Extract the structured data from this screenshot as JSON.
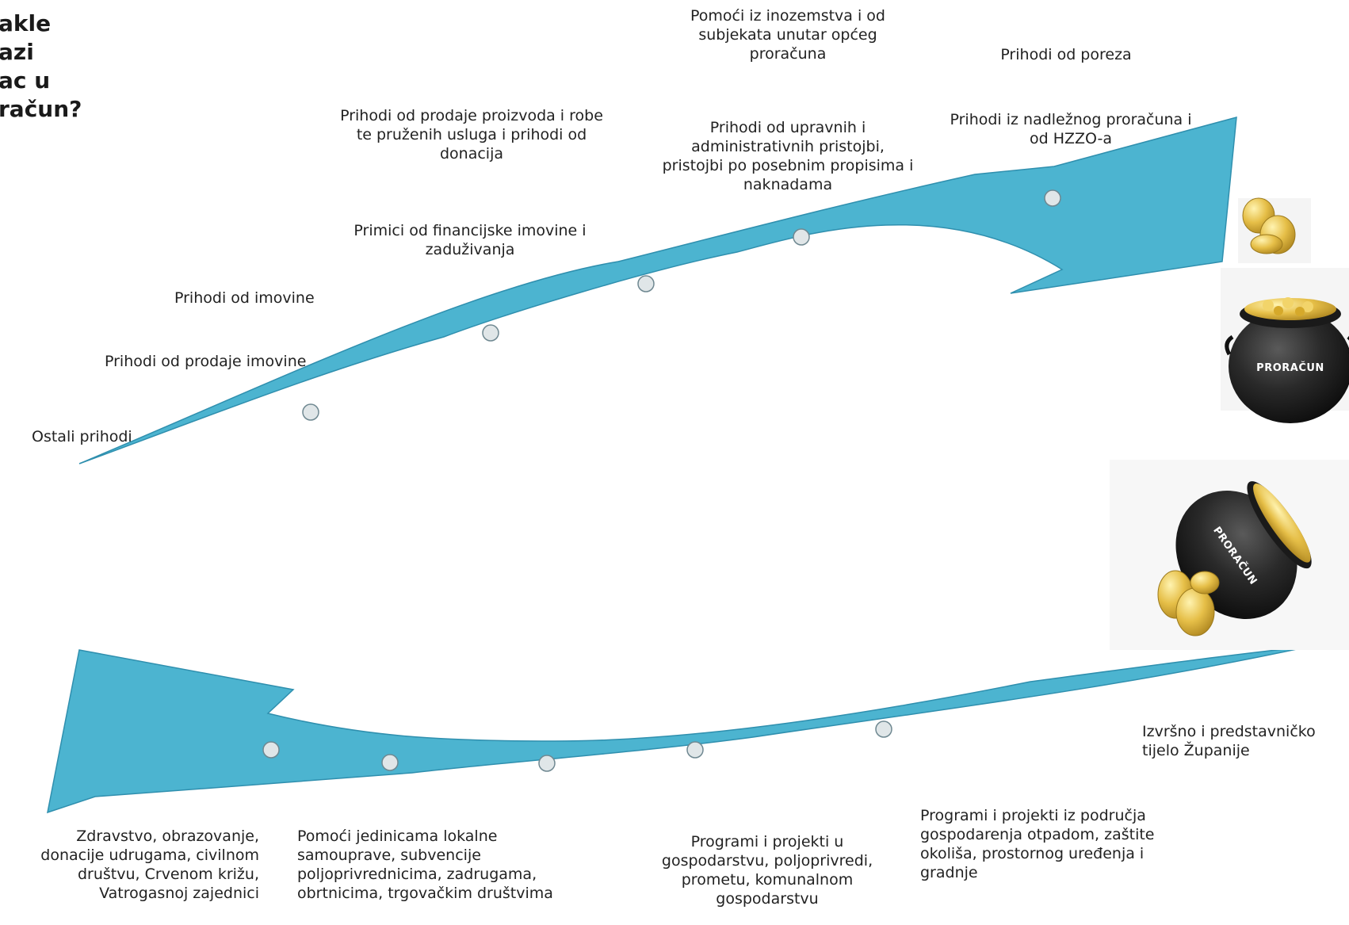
{
  "title": "akle\nazi\nac u\nračun?",
  "income_labels": {
    "pomoci": [
      "Pomoći iz inozemstva i od",
      "subjekata unutar općeg",
      "proračuna"
    ],
    "porezi": [
      "Prihodi od poreza"
    ],
    "prodaja_proizvoda": [
      "Prihodi od prodaje proizvoda i robe",
      "te pruženih usluga i prihodi od",
      "donacija"
    ],
    "upravne": [
      "Prihodi od upravnih i",
      "administrativnih pristojbi,",
      "pristojbi po posebnim propisima i",
      "naknadama"
    ],
    "nadlezni": [
      "Prihodi iz nadležnog proračuna i",
      "od HZZO-a"
    ],
    "financijska": [
      "Primici od financijske imovine i",
      "zaduživanja"
    ],
    "imovina": [
      "Prihodi od imovine"
    ],
    "prodaja_imovine": [
      "Prihodi od prodaje imovine"
    ],
    "ostali": [
      "Ostali prihodi"
    ]
  },
  "expense_labels": {
    "izvrsno": [
      "Izvršno i predstavničko",
      "tijelo Županije"
    ],
    "zdravstvo": [
      "Zdravstvo, obrazovanje,",
      "donacije udrugama, civilnom",
      "društvu, Crvenom križu,",
      "Vatrogasnoj zajednici"
    ],
    "pomoci_jls": [
      "Pomoći jedinicama lokalne",
      "samouprave, subvencije",
      "poljoprivrednicima, zadrugama,",
      "obrtnicima, trgovačkim društvima"
    ],
    "gospodarstvo": [
      "Programi i projekti u",
      "gospodarstvu, poljoprivredi,",
      "prometu, komunalnom",
      "gospodarstvu"
    ],
    "otpad": [
      "Programi i projekti iz područja",
      "gospodarenja otpadom, zaštite",
      "okoliša, prostornog uređenja i",
      "gradnje"
    ]
  },
  "pot_label": "PRORAČUN",
  "colors": {
    "arrow": "#4cb4d0",
    "arrow_stroke": "#2f8fae",
    "node": "#e0e6e8",
    "pot": "#1c1c1c",
    "coin": "#e0b93e"
  }
}
